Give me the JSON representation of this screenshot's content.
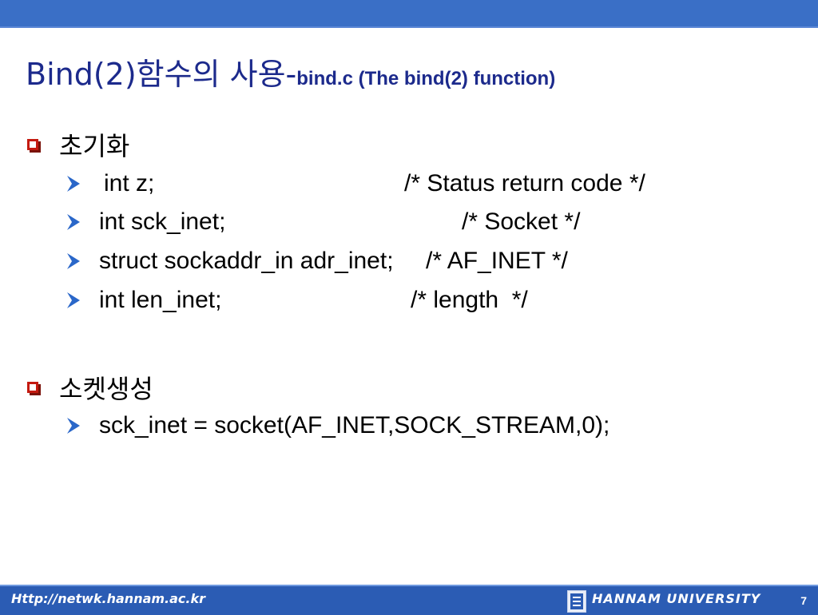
{
  "slide": {
    "title_main": "Bind(2)함수의 사용-",
    "title_sub": "bind.c (The bind(2) function)"
  },
  "sections": [
    {
      "heading": "초기화",
      "items": [
        {
          "code": "int z;",
          "comment": "/* Status return code */"
        },
        {
          "code": "int sck_inet;",
          "comment": "/* Socket */"
        },
        {
          "code": "struct sockaddr_in adr_inet;",
          "comment": "/* AF_INET */"
        },
        {
          "code": "int len_inet;",
          "comment": "/* length  */"
        }
      ]
    },
    {
      "heading": "소켓생성",
      "items": [
        {
          "code": "sck_inet = socket(AF_INET,SOCK_STREAM,0);"
        }
      ]
    }
  ],
  "footer": {
    "url": "Http://netwk.hannam.ac.kr",
    "university": "HANNAM  UNIVERSITY",
    "page_number": "7"
  },
  "colors": {
    "bar": "#3a6fc6",
    "title": "#1c2a8c",
    "bullet": "#c41a10",
    "arrow": "#2a67c9"
  },
  "icons": {
    "section_bullet": "hollow-square-icon",
    "item_bullet": "arrowhead-icon",
    "logo": "hannam-logo-icon"
  }
}
